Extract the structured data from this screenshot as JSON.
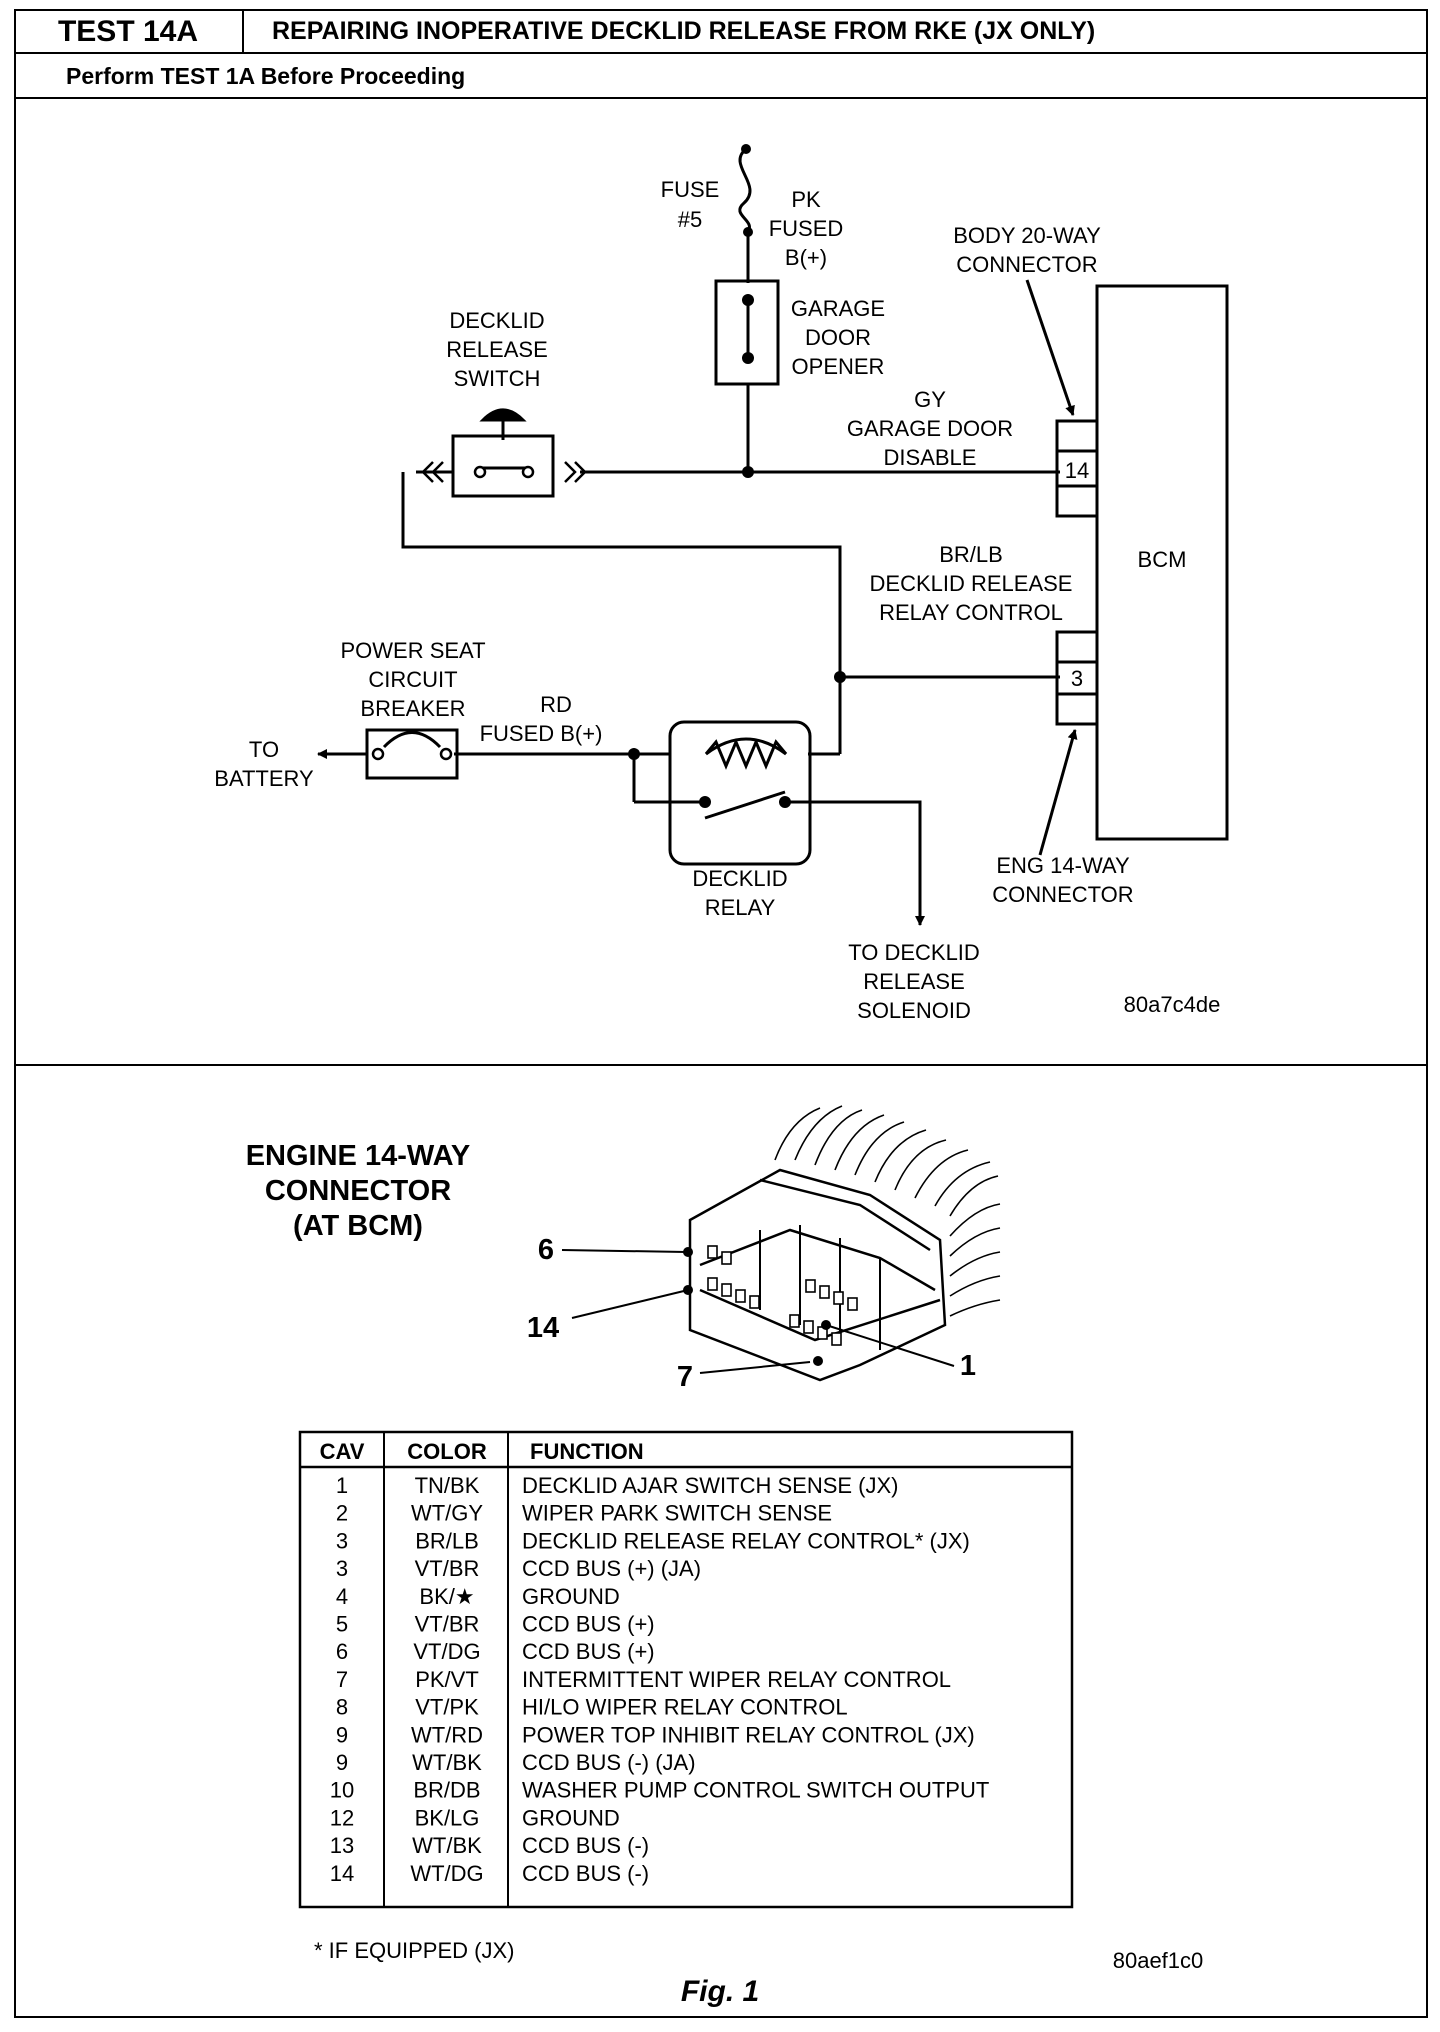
{
  "header": {
    "test_id": "TEST 14A",
    "title": "REPAIRING INOPERATIVE DECKLID RELEASE FROM RKE (JX ONLY)",
    "perform": "Perform TEST 1A Before Proceeding"
  },
  "schematic": {
    "fuse_label": "FUSE",
    "fuse_number": "#5",
    "pk_lines": [
      "PK",
      "FUSED",
      "B(+)"
    ],
    "garage_door_opener": [
      "GARAGE",
      "DOOR",
      "OPENER"
    ],
    "body_connector": [
      "BODY 20-WAY",
      "CONNECTOR"
    ],
    "decklid_switch": [
      "DECKLID",
      "RELEASE",
      "SWITCH"
    ],
    "gy_lines": [
      "GY",
      "GARAGE DOOR",
      "DISABLE"
    ],
    "pin_14": "14",
    "bcm": "BCM",
    "br_lines": [
      "BR/LB",
      "DECKLID RELEASE",
      "RELAY CONTROL"
    ],
    "pin_3": "3",
    "power_seat": [
      "POWER SEAT",
      "CIRCUIT",
      "BREAKER"
    ],
    "rd_lines": [
      "RD",
      "FUSED B(+)"
    ],
    "to_battery": [
      "TO",
      "BATTERY"
    ],
    "decklid_relay": [
      "DECKLID",
      "RELAY"
    ],
    "eng_connector": [
      "ENG 14-WAY",
      "CONNECTOR"
    ],
    "to_solenoid": [
      "TO DECKLID",
      "RELEASE",
      "SOLENOID"
    ],
    "figure_code": "80a7c4de"
  },
  "connector_view": {
    "title": [
      "ENGINE 14-WAY",
      "CONNECTOR",
      "(AT BCM)"
    ],
    "callouts": [
      "6",
      "14",
      "7",
      "1"
    ],
    "figure_code": "80aef1c0"
  },
  "pin_table": {
    "headers": [
      "CAV",
      "COLOR",
      "FUNCTION"
    ],
    "rows": [
      [
        "1",
        "TN/BK",
        "DECKLID AJAR SWITCH SENSE (JX)"
      ],
      [
        "2",
        "WT/GY",
        "WIPER PARK SWITCH SENSE"
      ],
      [
        "3",
        "BR/LB",
        "DECKLID RELEASE RELAY CONTROL* (JX)"
      ],
      [
        "3",
        "VT/BR",
        "CCD BUS (+) (JA)"
      ],
      [
        "4",
        "BK/★",
        "GROUND"
      ],
      [
        "5",
        "VT/BR",
        "CCD BUS (+)"
      ],
      [
        "6",
        "VT/DG",
        "CCD BUS (+)"
      ],
      [
        "7",
        "PK/VT",
        "INTERMITTENT WIPER RELAY CONTROL"
      ],
      [
        "8",
        "VT/PK",
        "HI/LO WIPER RELAY CONTROL"
      ],
      [
        "9",
        "WT/RD",
        "POWER TOP INHIBIT RELAY CONTROL (JX)"
      ],
      [
        "9",
        "WT/BK",
        "CCD BUS (-) (JA)"
      ],
      [
        "10",
        "BR/DB",
        "WASHER PUMP CONTROL SWITCH OUTPUT"
      ],
      [
        "12",
        "BK/LG",
        "GROUND"
      ],
      [
        "13",
        "WT/BK",
        "CCD BUS (-)"
      ],
      [
        "14",
        "WT/DG",
        "CCD BUS (-)"
      ]
    ],
    "footnote": "* IF EQUIPPED (JX)"
  },
  "figure_caption": "Fig. 1"
}
